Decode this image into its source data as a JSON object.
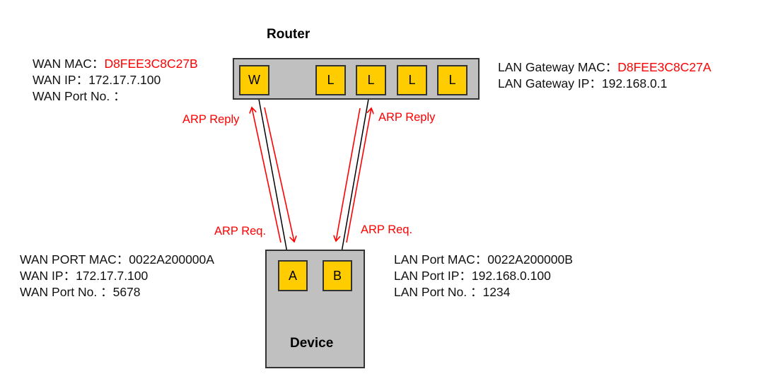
{
  "router": {
    "title": "Router",
    "ports": [
      {
        "label": "W",
        "kind": "wan"
      },
      {
        "label": "L",
        "kind": "lan"
      },
      {
        "label": "L",
        "kind": "lan"
      },
      {
        "label": "L",
        "kind": "lan"
      },
      {
        "label": "L",
        "kind": "lan"
      }
    ],
    "wan_info": {
      "mac_label": "WAN MAC：",
      "mac_value": "D8FEE3C8C27B",
      "ip_text": "WAN IP：172.17.7.100",
      "port_text": "WAN Port No. ："
    },
    "lan_info": {
      "mac_label": "LAN Gateway MAC：",
      "mac_value": "D8FEE3C8C27A",
      "ip_text": "LAN Gateway IP：192.168.0.1"
    }
  },
  "device": {
    "title": "Device",
    "ports": [
      {
        "label": "A"
      },
      {
        "label": "B"
      }
    ],
    "wan_info": {
      "mac_text": "WAN PORT MAC：0022A200000A",
      "ip_text": "WAN IP：172.17.7.100",
      "port_text": "WAN Port No. ：5678"
    },
    "lan_info": {
      "mac_text": "LAN Port MAC：0022A200000B",
      "ip_text": "LAN Port IP：192.168.0.100",
      "port_text": "LAN Port No. ：1234"
    }
  },
  "arrows": {
    "left_reply": "ARP Reply",
    "left_request": "ARP Req.",
    "right_reply": "ARP Reply",
    "right_request": "ARP Req."
  },
  "colors": {
    "highlight": "#ff0000",
    "port_fill": "#ffcc00",
    "box_fill": "#c0c0c0"
  }
}
